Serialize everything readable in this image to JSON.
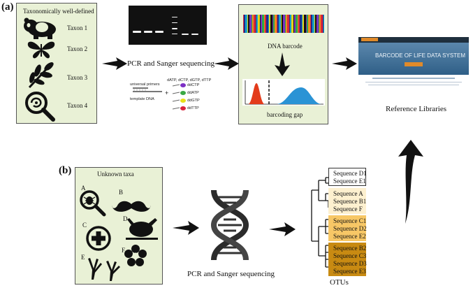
{
  "panel_a": {
    "label": "(a)",
    "box_title": "Taxonomically well-defined",
    "taxa": [
      "Taxon 1",
      "Taxon 2",
      "Taxon 3",
      "Taxon 4"
    ],
    "pcr_caption": "PCR and Sanger sequencing",
    "primers_label": "universal primers",
    "template_label": "template DNA",
    "plus": "+",
    "dntp_header": "dATP, dCTP, dGTP, dTTP",
    "ddntps": [
      "ddCTP",
      "ddATP",
      "ddGTP",
      "ddTTP"
    ],
    "dna_barcode_label": "DNA barcode",
    "barcoding_gap_label": "barcoding gap",
    "reference_libraries_label": "Reference Libraries",
    "library_site_title": "BARCODE OF LIFE DATA SYSTEM"
  },
  "panel_b": {
    "label": "(b)",
    "box_title": "Unknown taxa",
    "taxon_letters": [
      "A",
      "B",
      "C",
      "D",
      "E",
      "F"
    ],
    "pcr_caption": "PCR and Sanger sequencing",
    "otus_label": "OTUs",
    "otu_groups": [
      {
        "color": "#ffffff",
        "sequences": [
          "Sequence D1",
          "Sequence E1"
        ]
      },
      {
        "color": "#fdf0cf",
        "sequences": [
          "Sequence A",
          "Sequence B1",
          "Sequence F"
        ]
      },
      {
        "color": "#f7c766",
        "sequences": [
          "Sequence C1",
          "Sequence D2",
          "Sequence E2"
        ]
      },
      {
        "color": "#c88a12",
        "sequences": [
          "Sequence B2",
          "Sequence C3",
          "Sequence D3",
          "Sequence E3"
        ]
      }
    ]
  },
  "colors": {
    "panel_green": "#e9f1d6",
    "gap_red": "#e33b1b",
    "gap_blue": "#2a93d5"
  }
}
